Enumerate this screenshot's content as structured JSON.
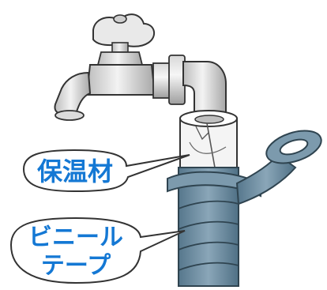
{
  "labels": {
    "insulation": "保温材",
    "vinyl_tape_line1": "ビニール",
    "vinyl_tape_line2": "テープ"
  },
  "colors": {
    "outline": "#333333",
    "metal_light": "#f2f2f2",
    "metal_mid": "#c9c9c9",
    "metal_dark": "#8a8a8a",
    "tape": "#6f8fa3",
    "tape_dark": "#4e6e82",
    "tape_light": "#9fb6c4",
    "label_text": "#1478d4",
    "label_bg": "#ffffff"
  },
  "icons": [
    "faucet-icon",
    "pipe-icon",
    "insulation-wrap",
    "vinyl-tape-roll"
  ]
}
